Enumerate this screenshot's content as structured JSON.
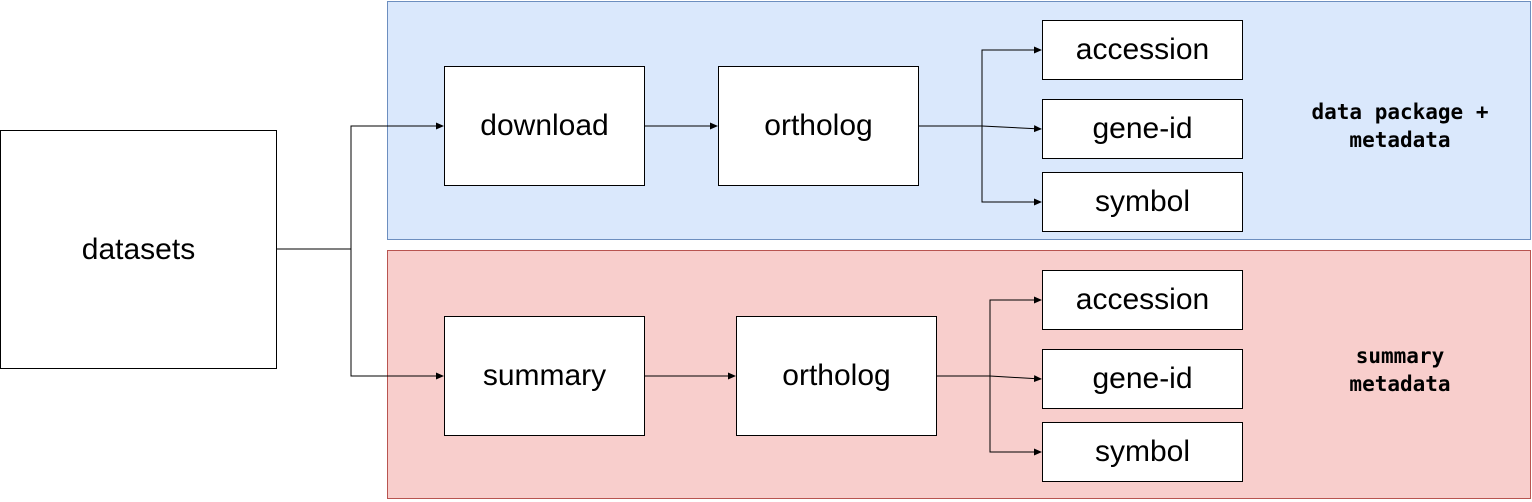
{
  "root": {
    "label": "datasets"
  },
  "groups": [
    {
      "id": "download",
      "color": "#dae8fc",
      "border": "#6c8ebf",
      "command": "download",
      "subcommand": "ortholog",
      "outputs": [
        "accession",
        "gene-id",
        "symbol"
      ],
      "note_lines": [
        "data package +",
        "metadata"
      ]
    },
    {
      "id": "summary",
      "color": "#f8cecc",
      "border": "#b85450",
      "command": "summary",
      "subcommand": "ortholog",
      "outputs": [
        "accession",
        "gene-id",
        "symbol"
      ],
      "note_lines": [
        "summary",
        "metadata"
      ]
    }
  ]
}
